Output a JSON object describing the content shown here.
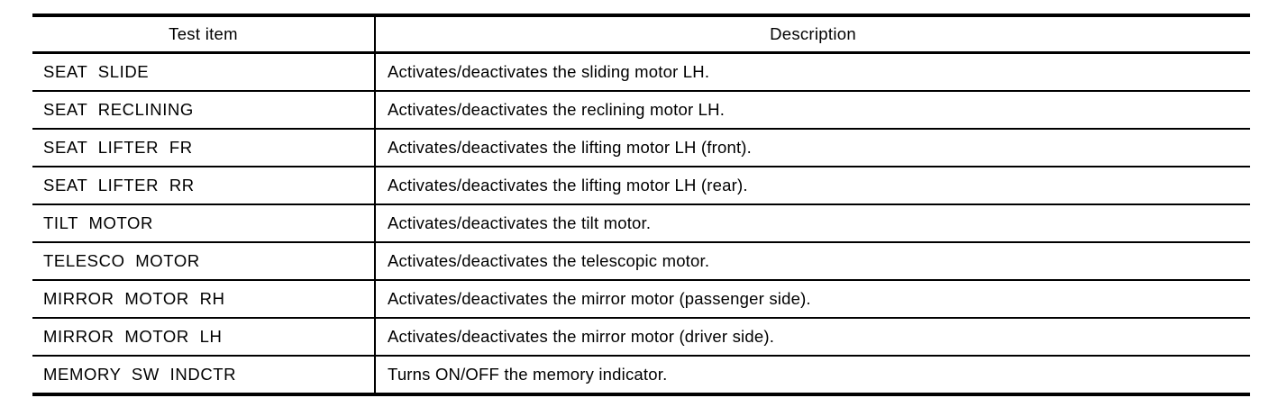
{
  "table": {
    "columns": [
      {
        "label": "Test item"
      },
      {
        "label": "Description"
      }
    ],
    "rows": [
      {
        "test_item": "SEAT SLIDE",
        "description": "Activates/deactivates the sliding motor LH."
      },
      {
        "test_item": "SEAT RECLINING",
        "description": "Activates/deactivates the reclining motor LH."
      },
      {
        "test_item": "SEAT LIFTER FR",
        "description": "Activates/deactivates the lifting motor LH (front)."
      },
      {
        "test_item": "SEAT LIFTER RR",
        "description": "Activates/deactivates the lifting motor LH (rear)."
      },
      {
        "test_item": "TILT MOTOR",
        "description": "Activates/deactivates the tilt motor."
      },
      {
        "test_item": "TELESCO MOTOR",
        "description": "Activates/deactivates the telescopic motor."
      },
      {
        "test_item": "MIRROR MOTOR RH",
        "description": "Activates/deactivates the mirror motor (passenger side)."
      },
      {
        "test_item": "MIRROR MOTOR LH",
        "description": "Activates/deactivates the mirror motor (driver side)."
      },
      {
        "test_item": "MEMORY SW INDCTR",
        "description": "Turns ON/OFF the memory indicator."
      }
    ]
  },
  "colors": {
    "border": "#000000",
    "text": "#000000",
    "background": "#ffffff"
  }
}
